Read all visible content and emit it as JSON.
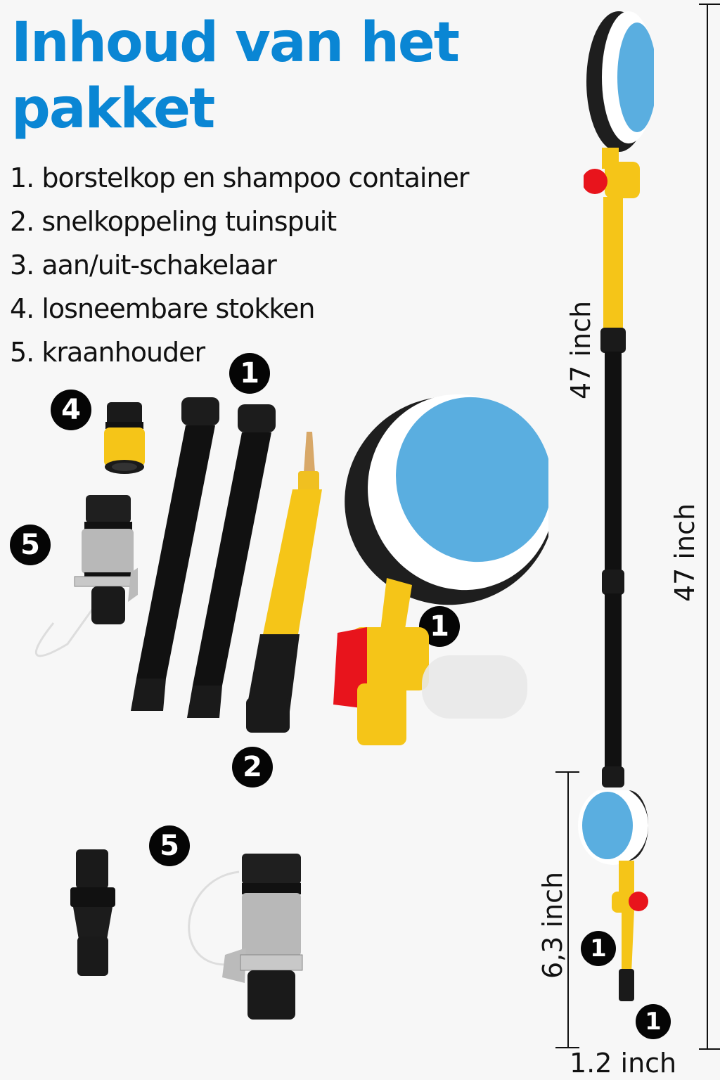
{
  "title": "Inhoud van het pakket",
  "contents": [
    {
      "number": 1,
      "label": "1. borstelkop en shampoo container"
    },
    {
      "number": 2,
      "label": "2. snelkoppeling tuinspuit"
    },
    {
      "number": 3,
      "label": "3. aan/uit-schakelaar"
    },
    {
      "number": 4,
      "label": "4. losneembare stokken"
    },
    {
      "number": 5,
      "label": "5. kraanhouder"
    }
  ],
  "badges": {
    "poles": "1",
    "coupler": "4",
    "tap_holder_top": "5",
    "brush_head": "1",
    "switch_handle": "2",
    "tap_holder_bottom": "5",
    "small_assembly_a": "1",
    "small_assembly_b": "1"
  },
  "dimensions": {
    "total_length": "47 inch",
    "pole_length": "47 inch",
    "head_height": "6,3 inch",
    "head_width": "1.2 inch"
  },
  "colors": {
    "title_blue": "#0a86d4",
    "background": "#f7f7f7",
    "product_yellow": "#f5c518",
    "product_black": "#1a1a1a",
    "brush_blue": "#5aaee0",
    "valve_red": "#e8141c",
    "bristle_white": "#ffffff"
  }
}
